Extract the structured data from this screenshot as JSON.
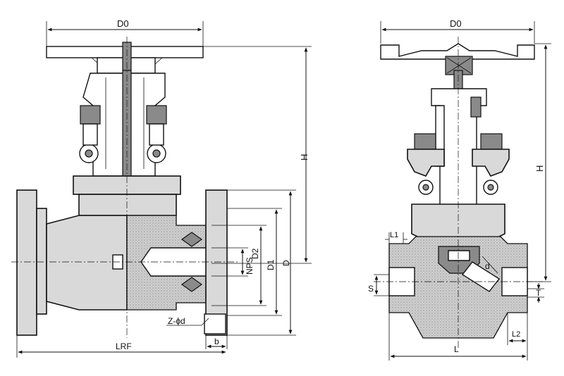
{
  "labels": {
    "left_d0": "D0",
    "left_h": "H",
    "nps": "NPS",
    "d2": "D2",
    "d1": "D1",
    "d": "D",
    "z_phi_d": "Z-ϕd",
    "b": "b",
    "lrf": "LRF",
    "right_d0": "D0",
    "right_h": "H",
    "l1": "L1",
    "s": "S",
    "d_small": "d",
    "t": "T",
    "l2": "L2",
    "l": "L"
  }
}
